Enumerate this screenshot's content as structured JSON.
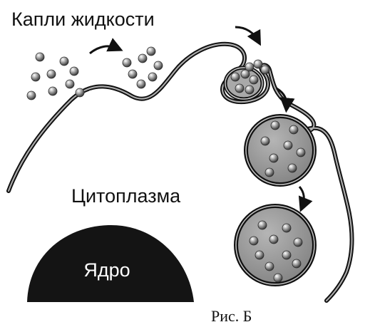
{
  "labels": {
    "droplets": "Капли жидкости",
    "cytoplasm": "Цитоплазма",
    "nucleus": "Ядро"
  },
  "caption": "Рис. Б",
  "colors": {
    "ink": "#111111",
    "membrane_fill": "#8f8f8f",
    "vesicle_fill": "#9c9c9c",
    "droplet": "#7d7d7d",
    "nucleus": "#141414",
    "background": "#ffffff"
  },
  "icons": {
    "arrow": "curved-arrow-icon",
    "droplet": "droplet-icon"
  }
}
